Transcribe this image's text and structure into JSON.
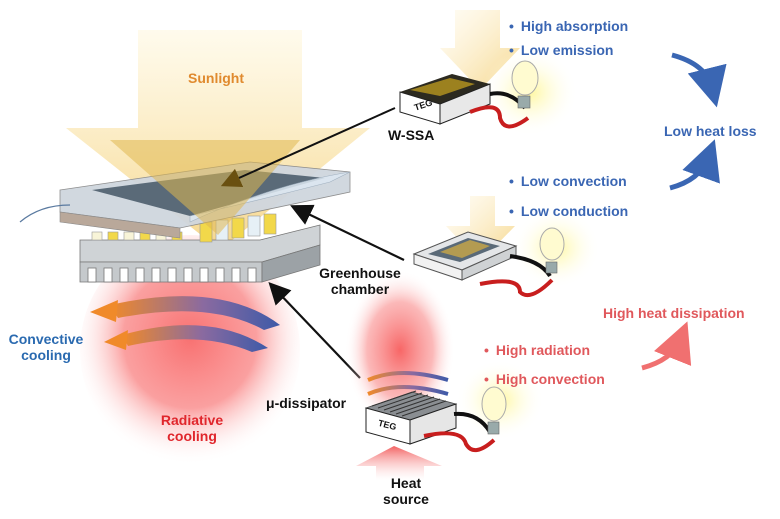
{
  "figure": {
    "main_device": {
      "sunlight_label": "Sunlight",
      "convective_label_line1": "Convective",
      "convective_label_line2": "cooling",
      "radiative_label_line1": "Radiative",
      "radiative_label_line2": "cooling"
    },
    "components": [
      {
        "name": "W-SSA",
        "label": "W-SSA",
        "module_text": "TEG"
      },
      {
        "name": "Greenhouse chamber",
        "label_line1": "Greenhouse",
        "label_line2": "chamber"
      },
      {
        "name": "μ-dissipator",
        "label": "μ-dissipator",
        "module_text": "TEG"
      }
    ],
    "heat_source": {
      "label_line1": "Heat",
      "label_line2": "source"
    },
    "absorber_properties": [
      "High absorption",
      "Low emission"
    ],
    "chamber_properties": [
      "Low convection",
      "Low conduction"
    ],
    "low_heat_loss_label": "Low heat loss",
    "dissipator_properties": [
      "High radiation",
      "High convection"
    ],
    "high_heat_dissipation_label": "High heat dissipation",
    "colors": {
      "blue_text": "#3a66b3",
      "red_text": "#e0585c",
      "sunlight_orange": "#e08a2e",
      "radiative_red": "#e0262c",
      "convective_blue": "#2a6ab0",
      "glow_red": "#f86a6a",
      "sun_yellow": "#f8dc7a"
    }
  }
}
